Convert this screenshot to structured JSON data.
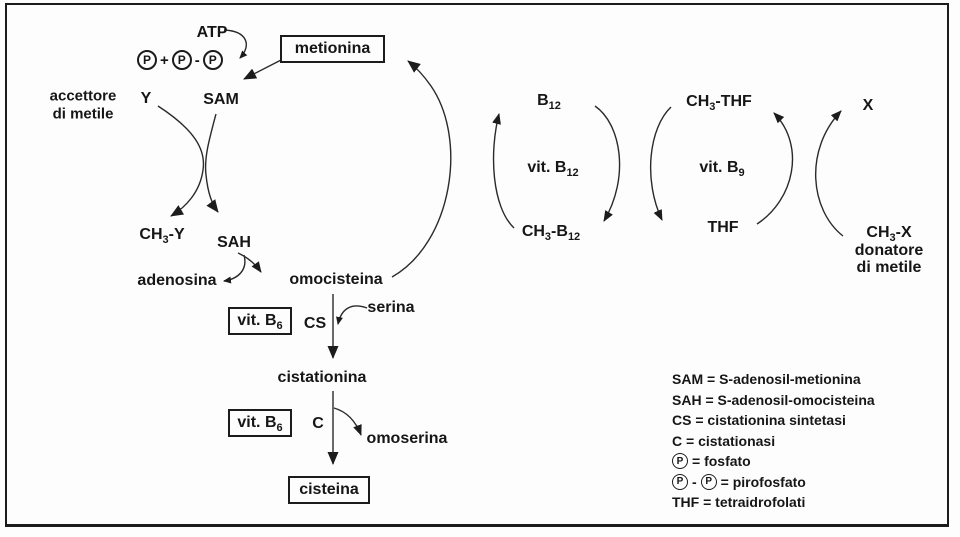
{
  "diagram": {
    "title_hint": "ciclo della metionina / rimetilazione e transsulfurazione dell'omocisteina",
    "colors": {
      "ink": "#1c1c1c",
      "paper": "#fdfdfd"
    },
    "labels": {
      "atp": "ATP",
      "plus": "+",
      "dash": "-",
      "p": "P",
      "metionina": "metionina",
      "sam": "SAM",
      "y": "Y",
      "accettore_line1": "accettore",
      "accettore_line2": "di metile",
      "sah": "SAH",
      "adenosina": "adenosina",
      "omocisteina": "omocisteina",
      "cs": "CS",
      "serina": "serina",
      "cistationina": "cistationina",
      "c": "C",
      "omoserina": "omoserina",
      "cisteina": "cisteina",
      "thf": "THF",
      "x": "X",
      "donatore_line1": "donatore",
      "donatore_line2": "di metile"
    },
    "rich_labels": {
      "ch3y": {
        "p0": "CH",
        "s0": "3",
        "p1": "-Y"
      },
      "vitb6": {
        "p0": "vit. B",
        "s0": "6"
      },
      "b12": {
        "p0": "B",
        "s0": "12"
      },
      "vitb12": {
        "p0": "vit. B",
        "s0": "12"
      },
      "ch3b12": {
        "p0": "CH",
        "s0": "3",
        "p1": "-B",
        "s1": "12"
      },
      "ch3thf": {
        "p0": "CH",
        "s0": "3",
        "p1": "-THF"
      },
      "vitb9": {
        "p0": "vit. B",
        "s0": "9"
      },
      "ch3x": {
        "p0": "CH",
        "s0": "3",
        "p1": "-X"
      }
    },
    "legend": {
      "sam": "SAM = S-adenosil-metionina",
      "sah": "SAH = S-adenosil-omocisteina",
      "cs": "CS = cistationina sintetasi",
      "c": "C = cistationasi",
      "p": "P",
      "fosfato": "= fosfato",
      "dash": "-",
      "pirofosfato": "= pirofosfato",
      "thf": "THF = tetraidrofolati"
    }
  }
}
